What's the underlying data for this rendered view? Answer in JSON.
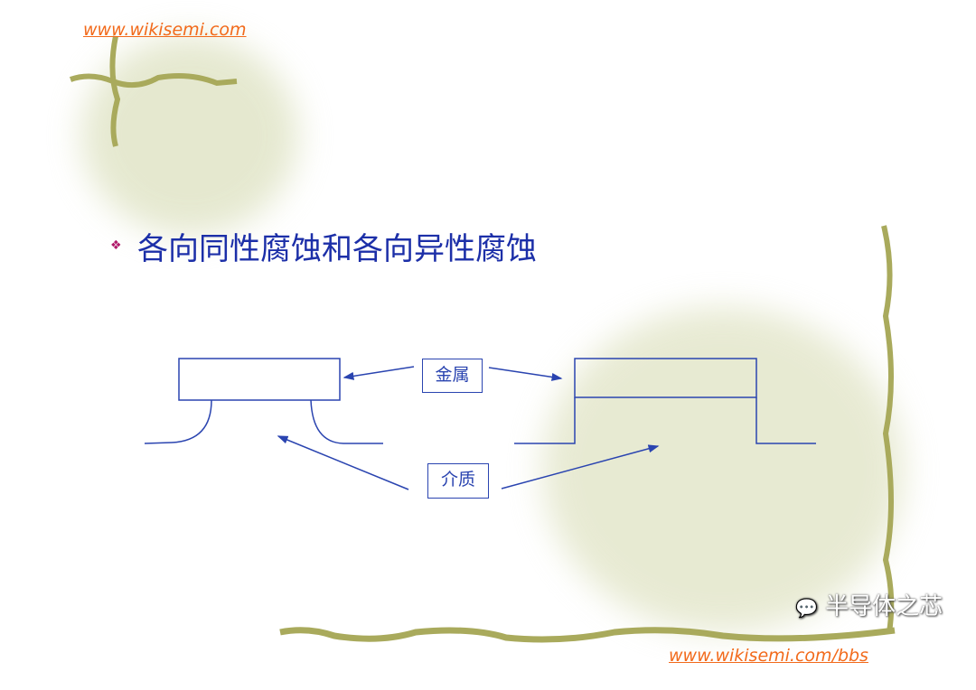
{
  "header": {
    "url": "www.wikisemi.com"
  },
  "title": {
    "bullet_icon": "diamond-bullet-icon",
    "text": "各向同性腐蚀和各向异性腐蚀"
  },
  "diagram": {
    "label_metal": "金属",
    "label_dielectric": "介质",
    "line_color": "#2a44b0"
  },
  "footer": {
    "url": "www.wikisemi.com/bbs",
    "watermark": "半导体之芯"
  }
}
